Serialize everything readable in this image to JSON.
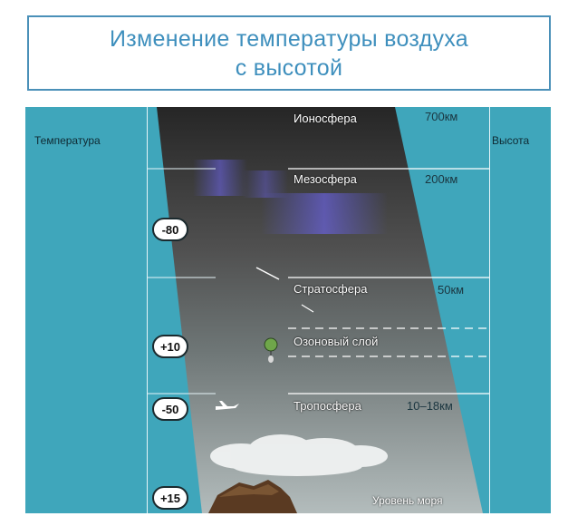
{
  "title": {
    "line1": "Изменение температуры воздуха",
    "line2": "с высотой"
  },
  "side_labels": {
    "temperature": "Температура",
    "altitude": "Высота"
  },
  "layers": [
    {
      "name": "Ионосфера",
      "altitude": "700км"
    },
    {
      "name": "Мезосфера",
      "altitude": "200км"
    },
    {
      "name": "Стратосфера",
      "altitude": "50км"
    },
    {
      "name": "Озоновый слой",
      "altitude": ""
    },
    {
      "name": "Тропосфера",
      "altitude": "10–18км"
    }
  ],
  "temperatures": [
    "-80",
    "+10",
    "-50",
    "+15"
  ],
  "sea_level": "Уровень моря",
  "colors": {
    "sky": "#3fa6bb",
    "column_top": "#2a2a2a",
    "column_bottom": "#a9b3b3",
    "title": "#3e8fbd",
    "badge_border": "#1b2a2e"
  },
  "icons": [
    "balloon-icon",
    "airplane-icon",
    "cloud-icon",
    "mountain-icon"
  ]
}
